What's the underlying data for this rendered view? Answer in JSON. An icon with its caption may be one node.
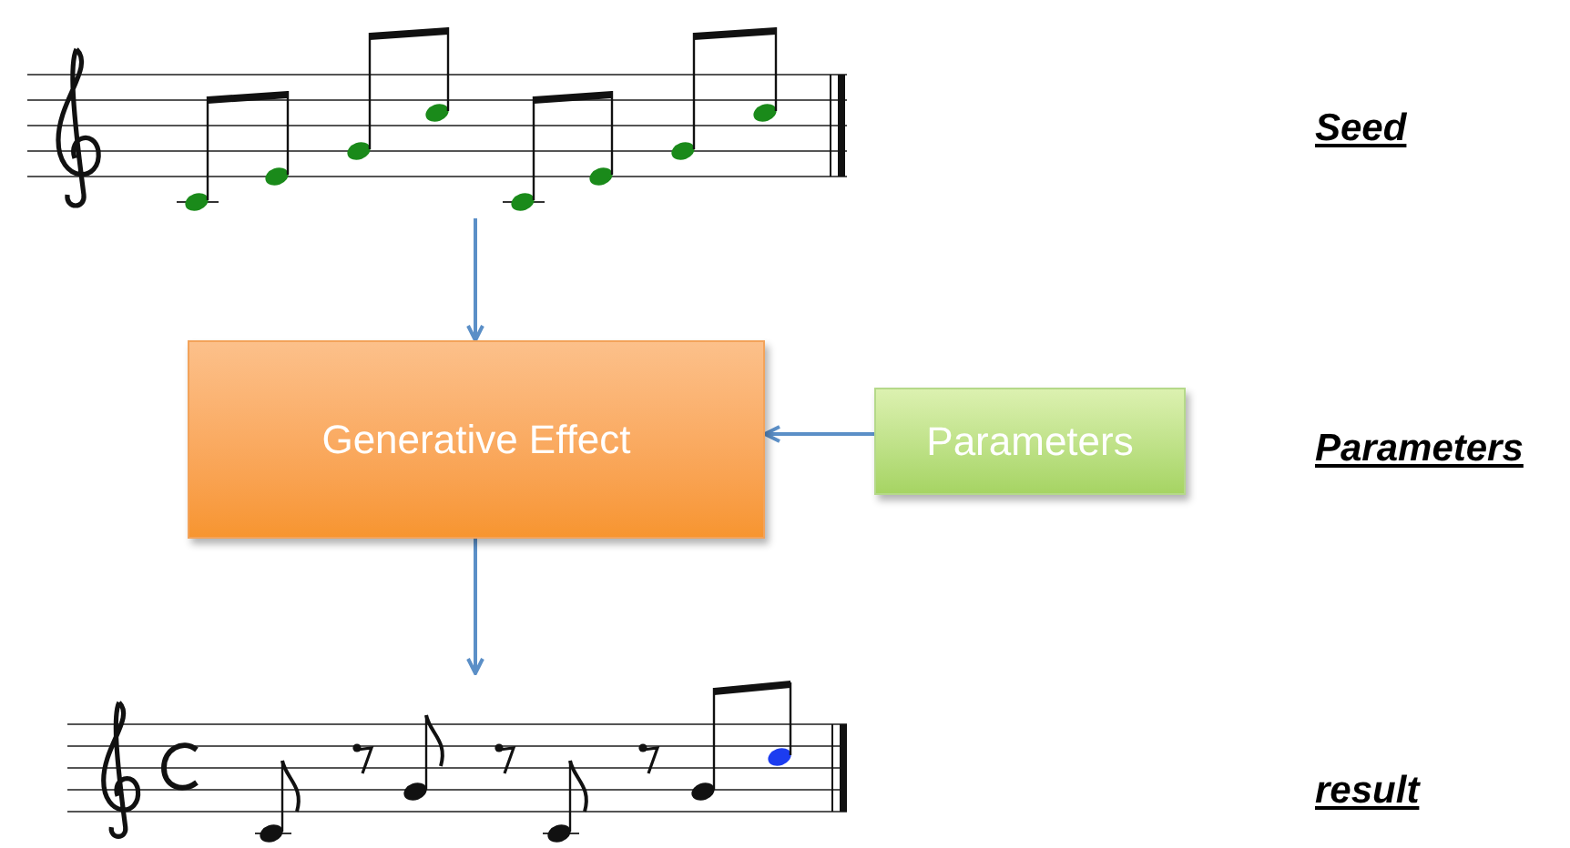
{
  "diagram": {
    "nodes": [
      {
        "text": [],
        "shape": "picture"
      },
      {
        "text": [
          "Generative Effect"
        ]
      },
      {
        "text": [
          "Parameters"
        ]
      },
      {
        "text": [],
        "shape": "picture"
      }
    ],
    "edges": [
      {
        "from": 0,
        "to": 1,
        "arrow": "to"
      },
      {
        "from": 2,
        "to": 1,
        "arrow": "to"
      },
      {
        "from": 1,
        "to": 3,
        "arrow": "to"
      }
    ],
    "labels": [
      "Seed",
      "Parameters",
      "result"
    ]
  }
}
